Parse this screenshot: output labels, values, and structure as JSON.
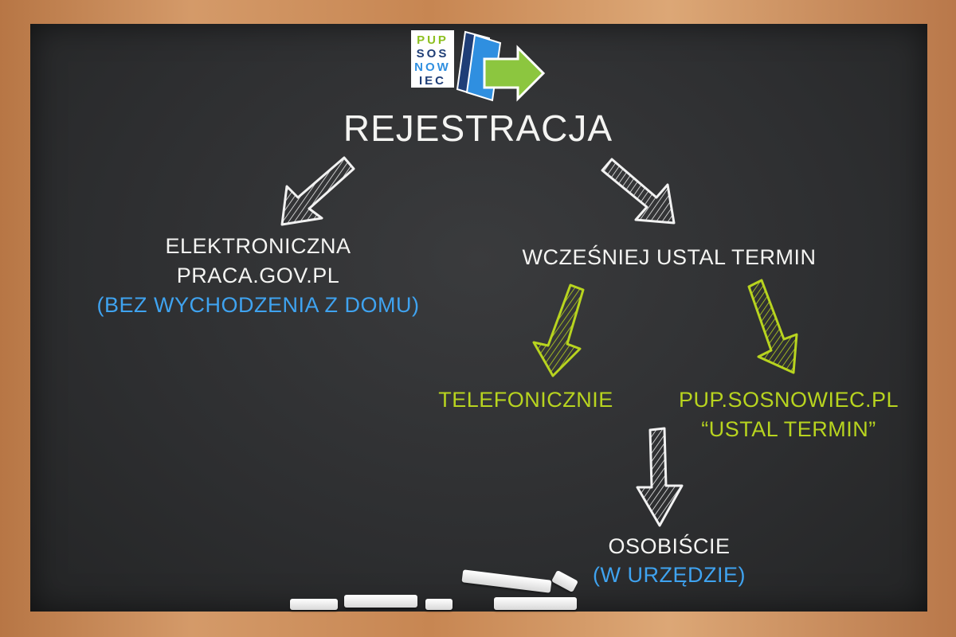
{
  "logo": {
    "line1": "PUP",
    "line2": "SOS",
    "line3": "NOW",
    "line4": "IEC"
  },
  "title": "REJESTRACJA",
  "left_branch": {
    "line1": "ELEKTRONICZNA",
    "line2": "PRACA.GOV.PL",
    "note": "(BEZ WYCHODZENIA Z DOMU)"
  },
  "right_branch": {
    "label": "WCZEŚNIEJ USTAL TERMIN",
    "option_phone": "TELEFONICZNIE",
    "option_web_line1": "PUP.SOSNOWIEC.PL",
    "option_web_line2": "“USTAL TERMIN”"
  },
  "final_step": {
    "label": "OSOBIŚCIE",
    "note": "(W URZĘDZIE)"
  },
  "colors": {
    "chalk_white": "#f4f4f2",
    "chalk_blue": "#3fa3f0",
    "chalk_green": "#b8d41f",
    "board": "#2e2f31",
    "frame": "#c98f5e"
  }
}
